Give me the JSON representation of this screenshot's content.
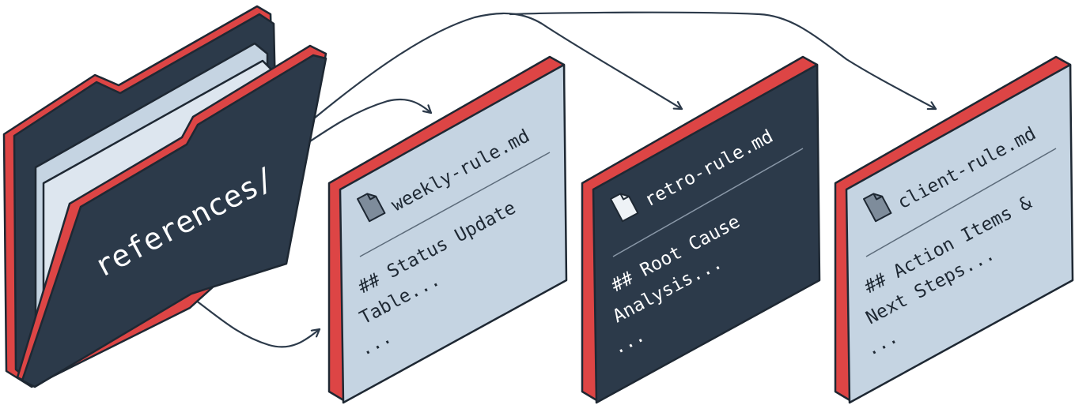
{
  "colors": {
    "dark": "#2c3a4a",
    "light": "#c5d4e2",
    "accent": "#dd4545",
    "outline": "#1e2833",
    "arrow": "#2c3a4a",
    "text_on_dark": "#ffffff",
    "text_on_light": "#1e2833",
    "background": "#ffffff"
  },
  "folder": {
    "label": "references/",
    "icon": "folder-icon"
  },
  "cards": [
    {
      "id": "weekly",
      "theme": "light",
      "icon": "file-icon",
      "filename": "weekly-rule.md",
      "lines": [
        "## Status Update",
        "Table...",
        "..."
      ]
    },
    {
      "id": "retro",
      "theme": "dark",
      "icon": "file-icon",
      "filename": "retro-rule.md",
      "lines": [
        "## Root Cause",
        "Analysis...",
        "..."
      ]
    },
    {
      "id": "client",
      "theme": "light",
      "icon": "file-icon",
      "filename": "client-rule.md",
      "lines": [
        "## Action Items &",
        "Next Steps...",
        "..."
      ]
    }
  ]
}
